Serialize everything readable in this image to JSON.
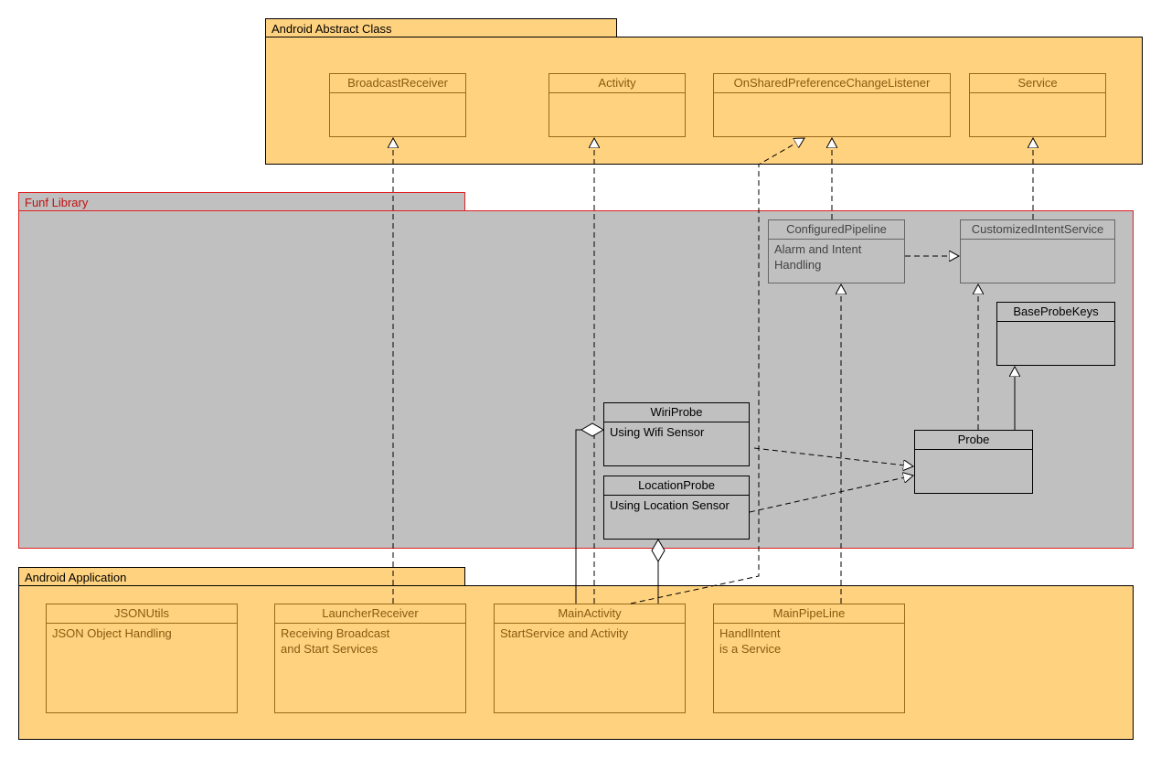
{
  "packages": {
    "android_abstract": {
      "label": "Android Abstract Class"
    },
    "funf": {
      "label": "Funf Library"
    },
    "android_app": {
      "label": "Android Application"
    }
  },
  "classes": {
    "broadcast_receiver": {
      "name": "BroadcastReceiver"
    },
    "activity": {
      "name": "Activity"
    },
    "on_shared_pref": {
      "name": "OnSharedPreferenceChangeListener"
    },
    "service": {
      "name": "Service"
    },
    "configured_pipeline": {
      "name": "ConfiguredPipeline",
      "desc": "Alarm and Intent Handling"
    },
    "customized_intent_service": {
      "name": "CustomizedIntentService"
    },
    "base_probe_keys": {
      "name": "BaseProbeKeys"
    },
    "wiri_probe": {
      "name": "WiriProbe",
      "desc": "Using Wifi Sensor"
    },
    "location_probe": {
      "name": "LocationProbe",
      "desc": "Using Location Sensor"
    },
    "probe": {
      "name": "Probe"
    },
    "json_utils": {
      "name": "JSONUtils",
      "desc": "JSON Object Handling"
    },
    "launcher_receiver": {
      "name": "LauncherReceiver",
      "desc": "Receiving Broadcast\nand Start Services"
    },
    "main_activity": {
      "name": "MainActivity",
      "desc": "StartService and Activity"
    },
    "main_pipeline": {
      "name": "MainPipeLine",
      "desc": "HandlIntent\nis a Service"
    }
  },
  "colors": {
    "orange_fill": "#ffd27f",
    "gray_fill": "#c0c0c0",
    "brown_text": "#8a5a10",
    "funf_accent": "#e02020"
  }
}
